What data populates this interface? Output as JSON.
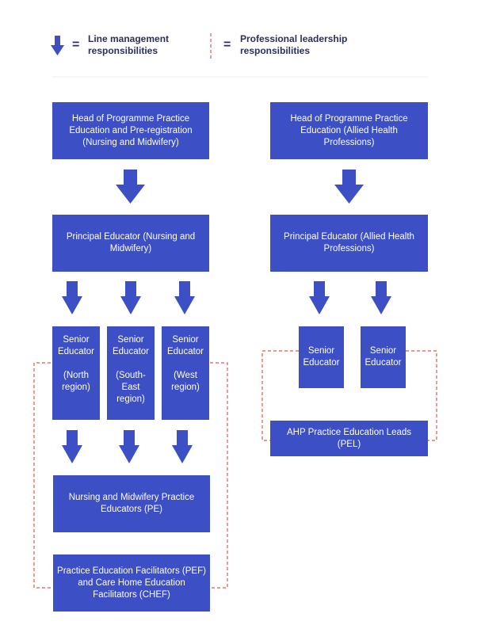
{
  "legend": {
    "equals": "=",
    "line_management": "Line management\nresponsibilities",
    "professional_leadership": "Professional leadership\nresponsibilities"
  },
  "left": {
    "head": "Head of Programme Practice\nEducation and Pre-registration\n(Nursing and Midwifery)",
    "principal": "Principal Educator (Nursing and\nMidwifery)",
    "senior_north": "Senior\nEducator\n\n(North\nregion)",
    "senior_southeast": "Senior\nEducator\n\n(South-\nEast\nregion)",
    "senior_west": "Senior\nEducator\n\n(West\nregion)",
    "practice_educators": "Nursing and Midwifery Practice\nEducators (PE)",
    "pef": "Practice Education Facilitators (PEF)\nand Care Home Education\nFacilitators (CHEF)"
  },
  "right": {
    "head": "Head of Programme Practice\nEducation (Allied Health Professions)",
    "principal": "Principal Educator (Allied Health\nProfessions)",
    "senior_1": "Senior\nEducator",
    "senior_2": "Senior\nEducator",
    "pel": "AHP Practice Education Leads (PEL)"
  },
  "colors": {
    "box": "#3d4fc4",
    "arrow": "#3d4fc4",
    "dashed": "#e05a4a",
    "text": "#2b2f5a"
  }
}
